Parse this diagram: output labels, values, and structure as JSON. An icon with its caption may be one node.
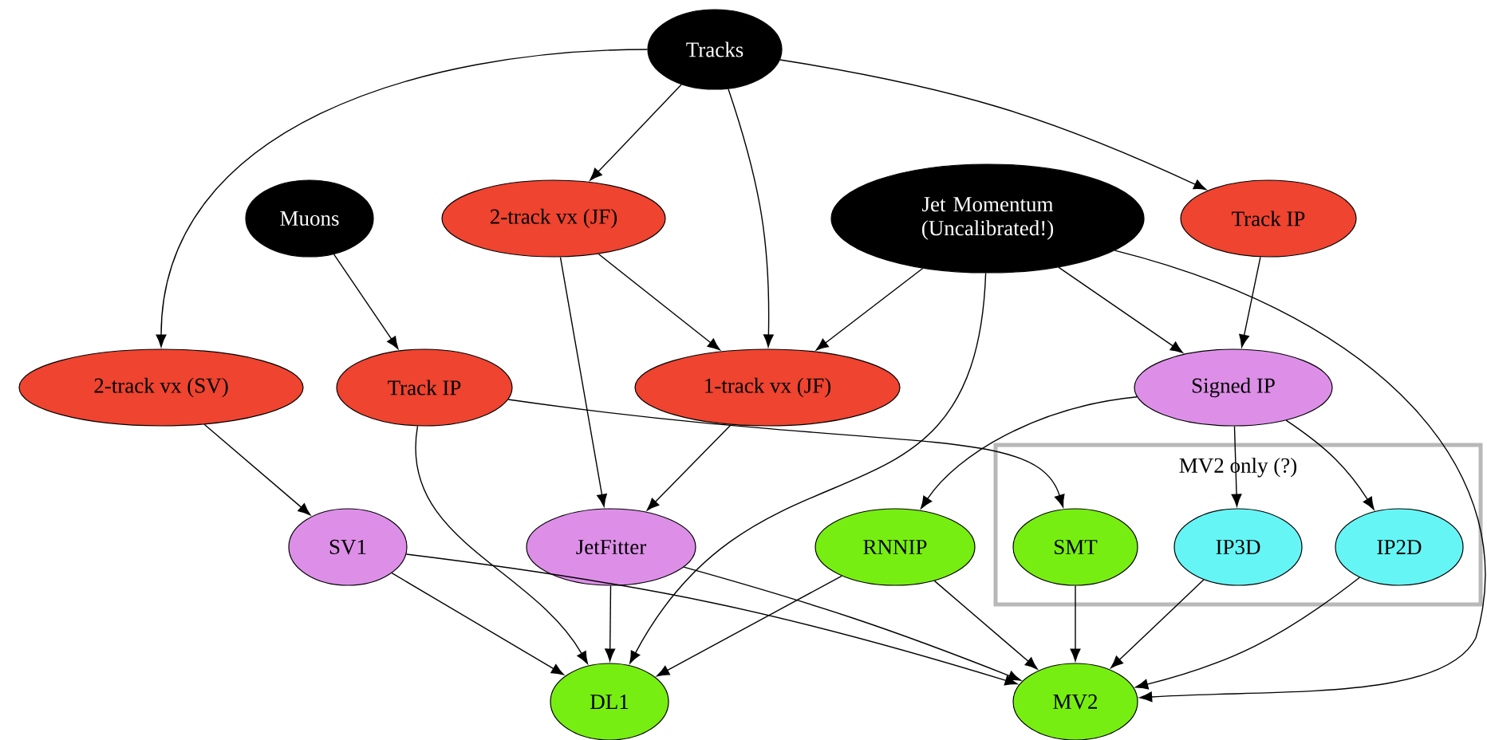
{
  "diagram": {
    "nodes": [
      {
        "text": [
          "Tracks"
        ]
      },
      {
        "text": [
          "Muons"
        ]
      },
      {
        "text": [
          "2-track vx (JF)"
        ]
      },
      {
        "text": [
          "Jet Momentum (Uncalibrated!)"
        ]
      },
      {
        "text": [
          "Track IP"
        ]
      },
      {
        "text": [
          "2-track vx (SV)"
        ]
      },
      {
        "text": [
          "Track IP"
        ]
      },
      {
        "text": [
          "1-track vx (JF)"
        ]
      },
      {
        "text": [
          "Signed IP"
        ]
      },
      {
        "text": [
          "MV2 only (?)"
        ]
      },
      {
        "text": [
          "SV1"
        ]
      },
      {
        "text": [
          "JetFitter"
        ]
      },
      {
        "text": [
          "RNNIP"
        ]
      },
      {
        "text": [
          "SMT"
        ],
        "in": 9
      },
      {
        "text": [
          "IP3D"
        ],
        "in": 9
      },
      {
        "text": [
          "IP2D"
        ],
        "in": 9
      },
      {
        "text": [
          "DL1"
        ]
      },
      {
        "text": [
          "MV2"
        ]
      }
    ],
    "edges": [
      {
        "from": 0,
        "to": 5,
        "arrow": "to"
      },
      {
        "from": 0,
        "to": 2,
        "arrow": "to"
      },
      {
        "from": 0,
        "to": 7,
        "arrow": "to"
      },
      {
        "from": 0,
        "to": 4,
        "arrow": "to"
      },
      {
        "from": 1,
        "to": 6,
        "arrow": "to"
      },
      {
        "from": 2,
        "to": 7,
        "arrow": "to"
      },
      {
        "from": 2,
        "to": 11,
        "arrow": "to"
      },
      {
        "from": 3,
        "to": 7,
        "arrow": "to"
      },
      {
        "from": 3,
        "to": 16,
        "arrow": "to"
      },
      {
        "from": 3,
        "to": 8,
        "arrow": "to"
      },
      {
        "from": 3,
        "to": 17,
        "arrow": "to"
      },
      {
        "from": 4,
        "to": 8,
        "arrow": "to"
      },
      {
        "from": 5,
        "to": 10,
        "arrow": "to"
      },
      {
        "from": 6,
        "to": 16,
        "arrow": "to"
      },
      {
        "from": 6,
        "to": 13,
        "arrow": "to"
      },
      {
        "from": 7,
        "to": 11,
        "arrow": "to"
      },
      {
        "from": 8,
        "to": 12,
        "arrow": "to"
      },
      {
        "from": 8,
        "to": 14,
        "arrow": "to"
      },
      {
        "from": 8,
        "to": 15,
        "arrow": "to"
      },
      {
        "from": 10,
        "to": 16,
        "arrow": "to"
      },
      {
        "from": 10,
        "to": 17,
        "arrow": "to"
      },
      {
        "from": 11,
        "to": 16,
        "arrow": "to"
      },
      {
        "from": 11,
        "to": 17,
        "arrow": "to"
      },
      {
        "from": 12,
        "to": 16,
        "arrow": "to"
      },
      {
        "from": 12,
        "to": 17,
        "arrow": "to"
      },
      {
        "from": 13,
        "to": 17,
        "arrow": "to"
      },
      {
        "from": 14,
        "to": 17,
        "arrow": "to"
      },
      {
        "from": 15,
        "to": 17,
        "arrow": "to"
      }
    ]
  }
}
